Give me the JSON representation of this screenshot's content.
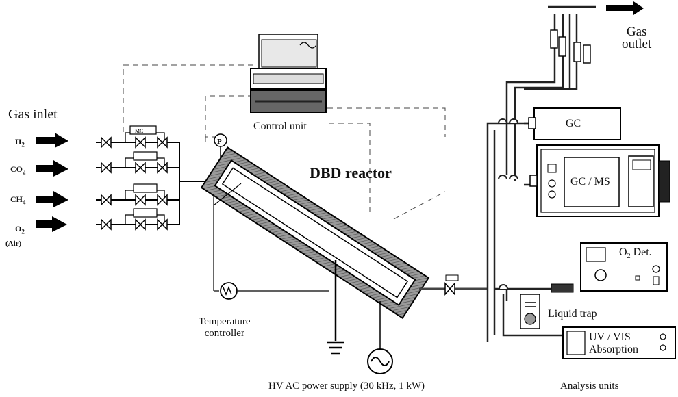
{
  "labels": {
    "gas_inlet": "Gas  inlet",
    "gas_outlet_1": "Gas",
    "gas_outlet_2": "outlet",
    "control_unit": "Control unit",
    "reactor": "DBD reactor",
    "temperature_controller_1": "Temperature",
    "temperature_controller_2": "controller",
    "power_supply": "HV AC power supply (30 kHz, 1 kW)",
    "analysis_units": "Analysis units",
    "liquid_trap": "Liquid trap",
    "pressure": "P",
    "mass_flow_controller": "MC"
  },
  "gases": [
    {
      "name": "H",
      "sub": "2"
    },
    {
      "name": "CO",
      "sub": "2"
    },
    {
      "name": "CH",
      "sub": "4"
    },
    {
      "name": "O",
      "sub": "2"
    }
  ],
  "gas_note": "(Air)",
  "instruments": {
    "gc": "GC",
    "gc_ms": "GC / MS",
    "o2_det_prefix": "O",
    "o2_det_sub": "2",
    "o2_det_suffix": " Det.",
    "uv_vis_1": "UV / VIS",
    "uv_vis_2": "Absorption"
  }
}
